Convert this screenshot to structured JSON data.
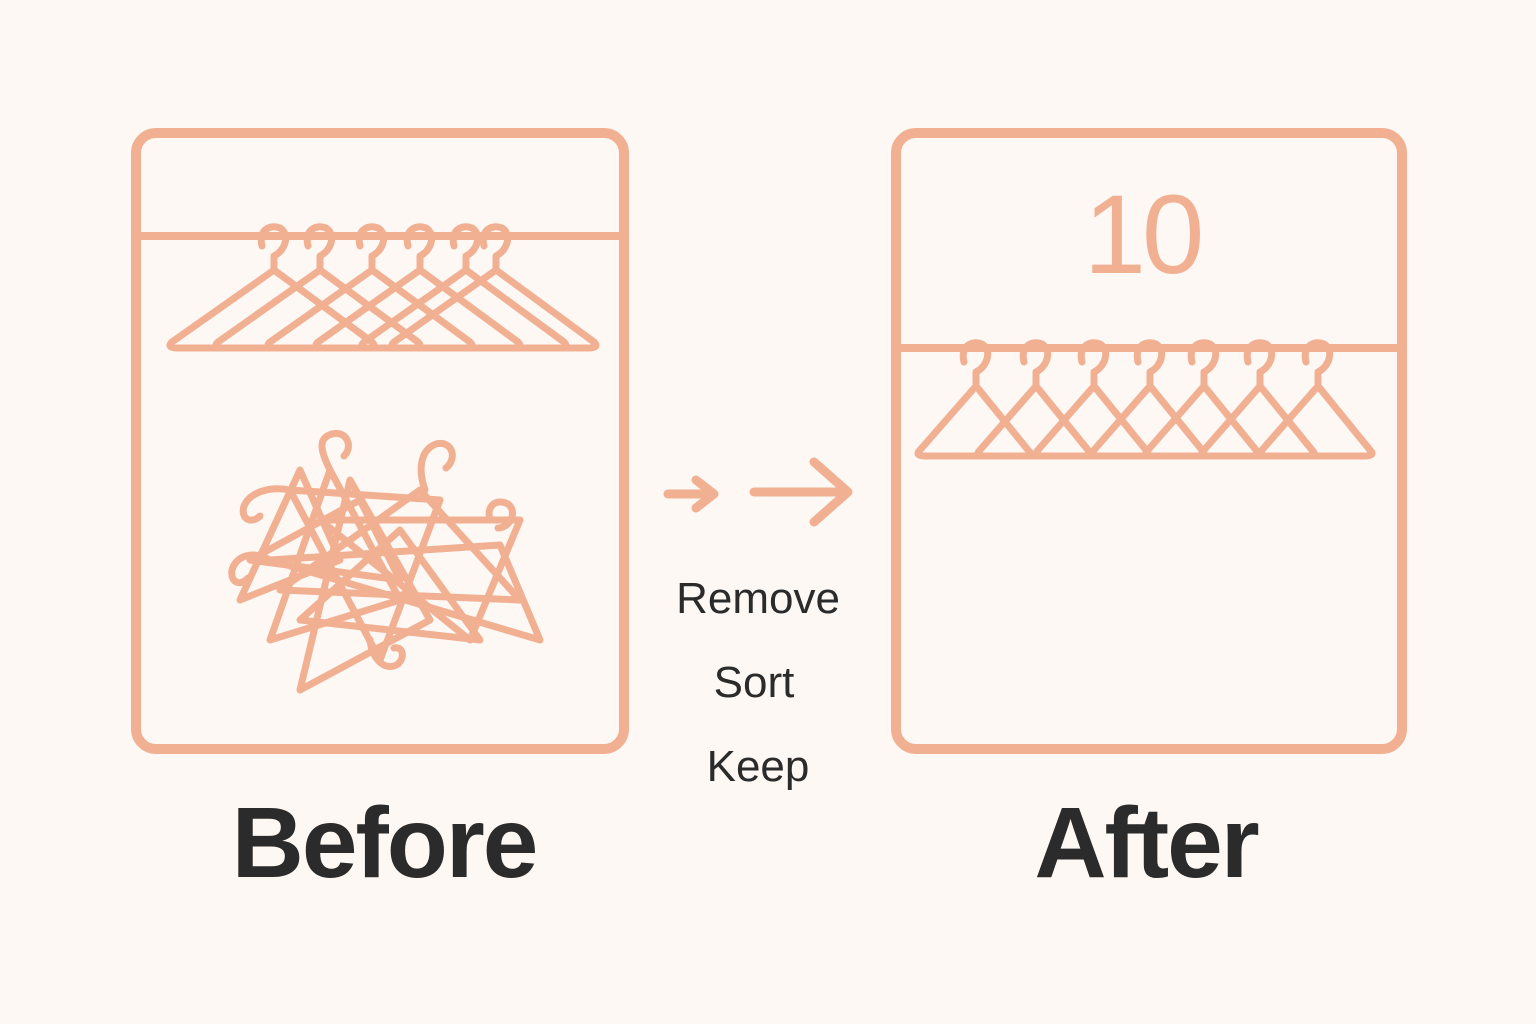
{
  "colors": {
    "stroke": "#f2b093",
    "text": "#2b2b2b",
    "background": "#fdf8f4"
  },
  "before": {
    "caption": "Before",
    "icon": "messy-closet-icon"
  },
  "after": {
    "caption": "After",
    "count": "10",
    "icon": "organized-closet-icon"
  },
  "steps": [
    "Remove",
    "Sort",
    "Keep"
  ],
  "arrow_icon": "arrow-right-icon"
}
